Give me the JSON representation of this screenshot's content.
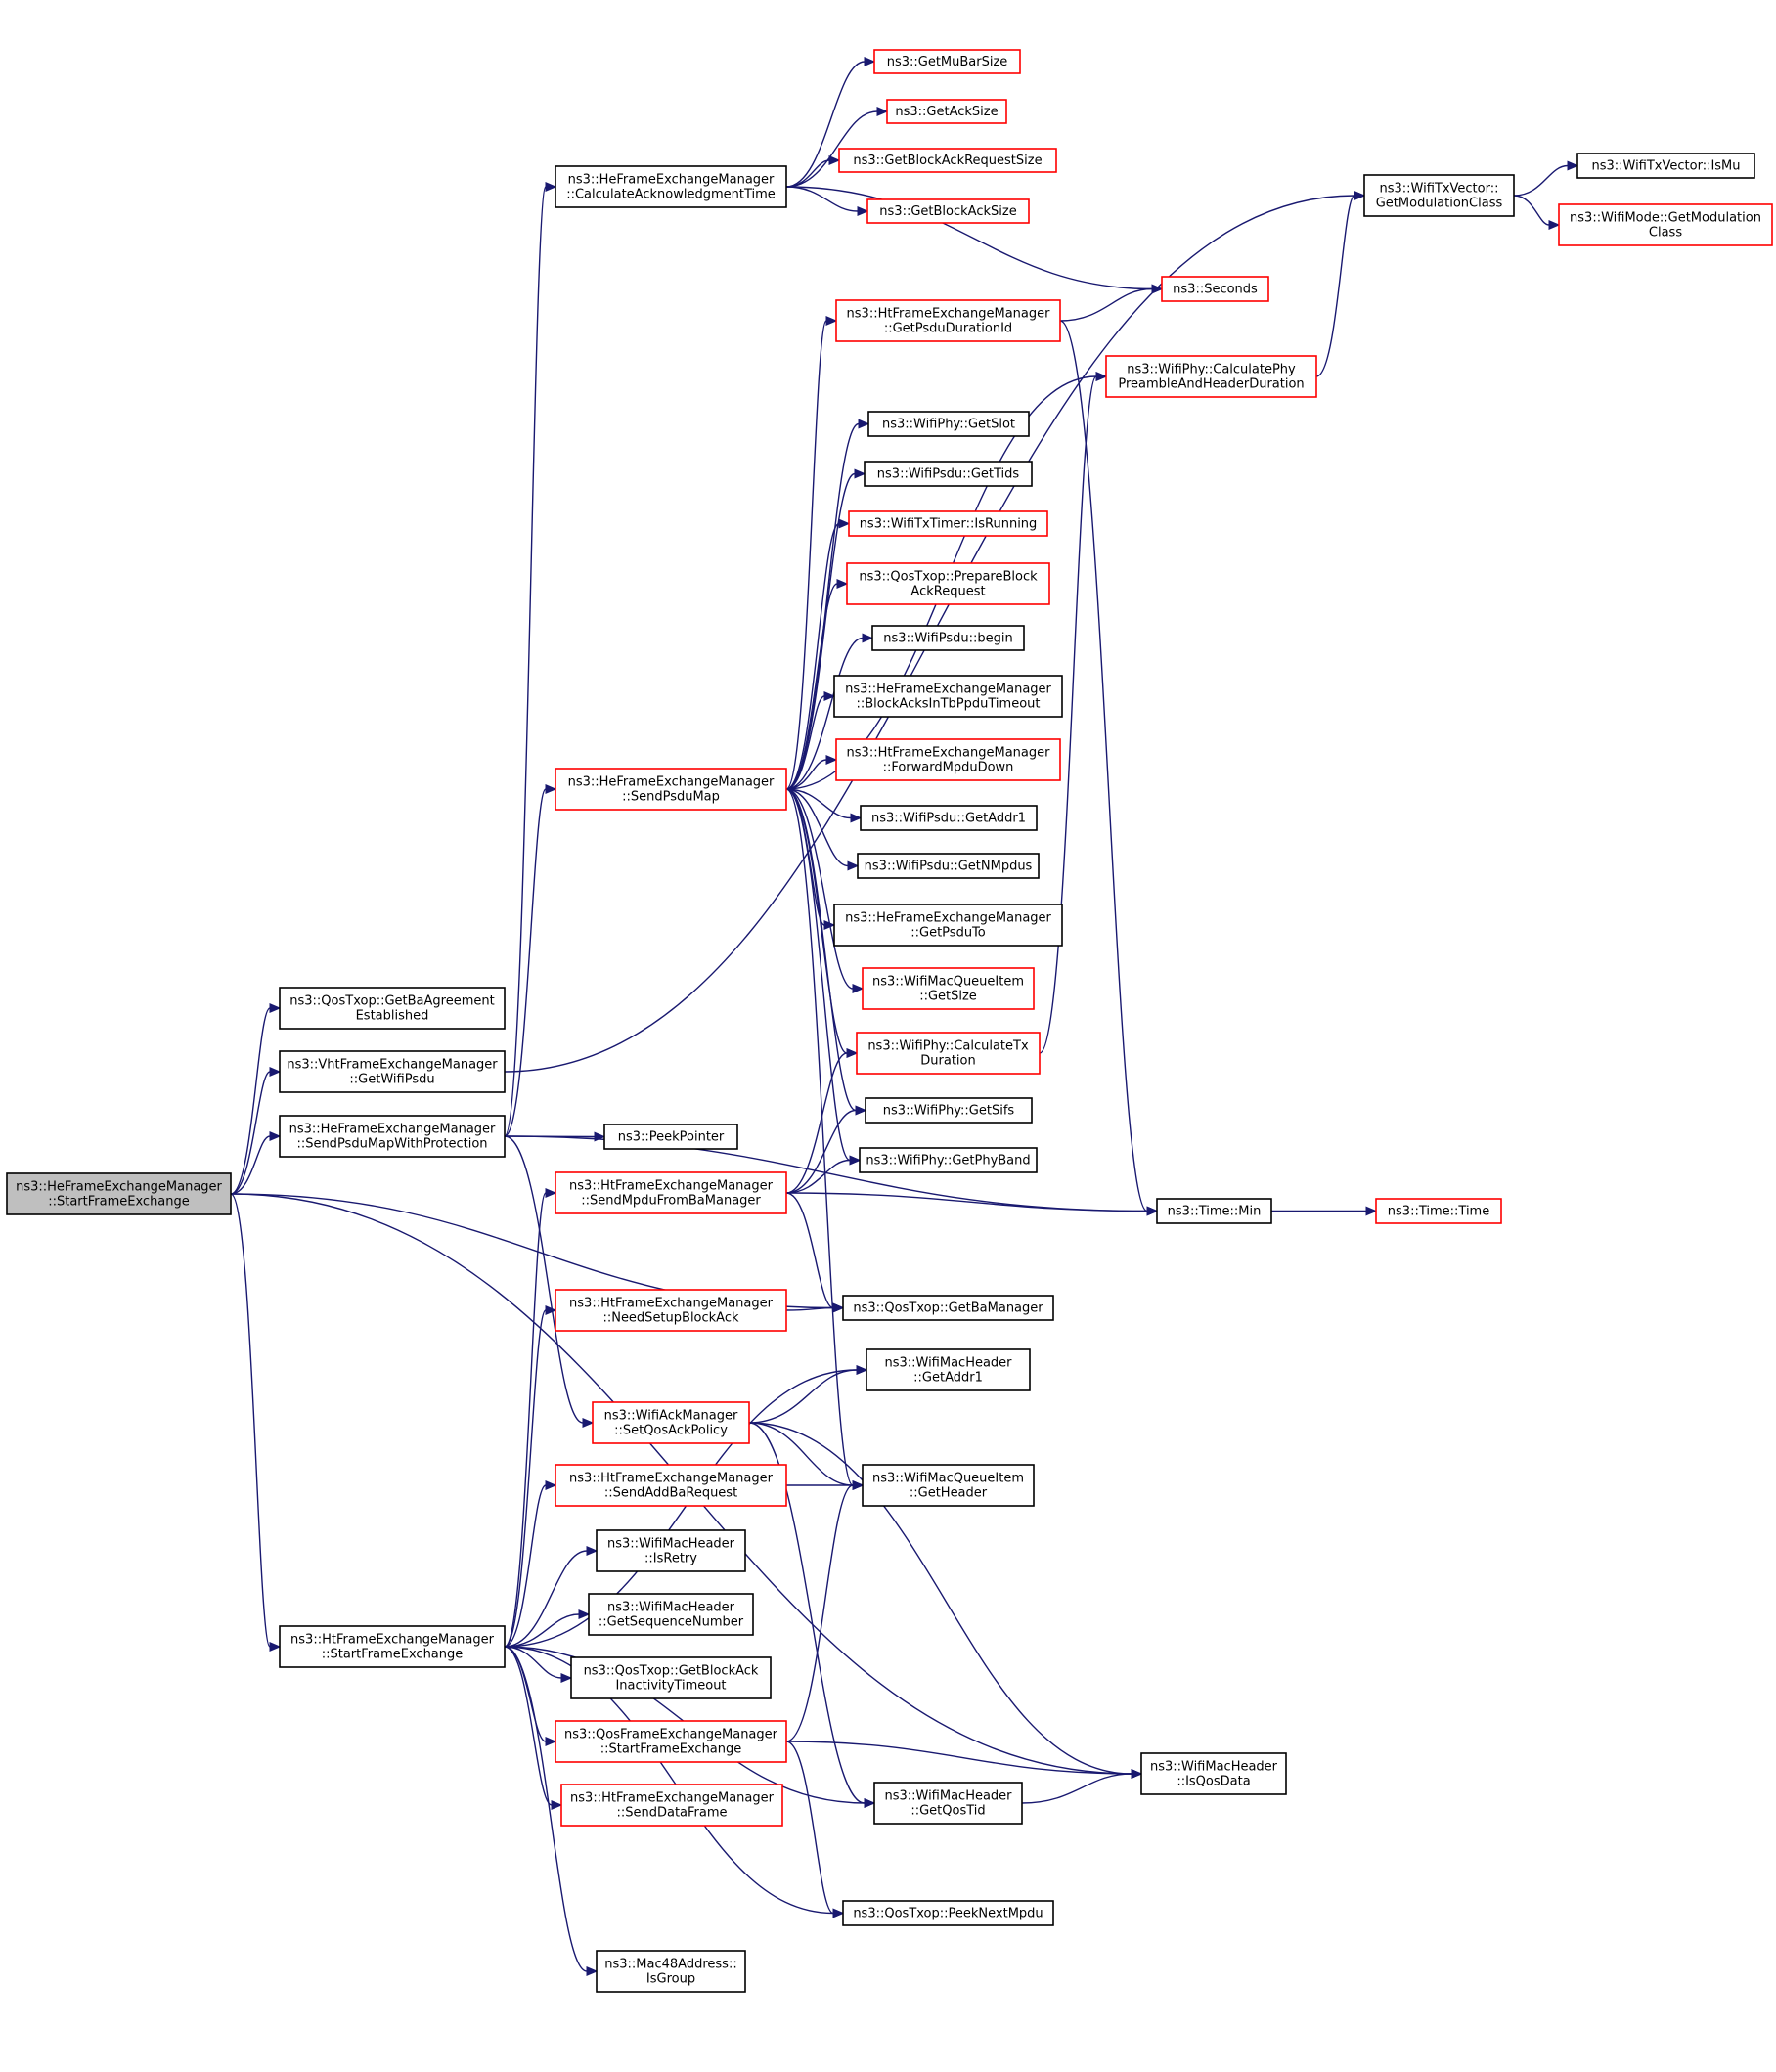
{
  "colors": {
    "edge": "#191970",
    "border_plain": "#000000",
    "border_truncated": "#ff0000",
    "fill_root": "#bfbfbf",
    "fill_node": "#ffffff"
  },
  "nodes": [
    {
      "id": "root",
      "lines": [
        "ns3::HeFrameExchangeManager",
        "::StartFrameExchange"
      ],
      "style": "root"
    },
    {
      "id": "baAgree",
      "lines": [
        "ns3::QosTxop::GetBaAgreement",
        "Established"
      ],
      "style": "plain"
    },
    {
      "id": "vhtWifiPsdu",
      "lines": [
        "ns3::VhtFrameExchangeManager",
        "::GetWifiPsdu"
      ],
      "style": "plain"
    },
    {
      "id": "sendPsduMapProt",
      "lines": [
        "ns3::HeFrameExchangeManager",
        "::SendPsduMapWithProtection"
      ],
      "style": "plain"
    },
    {
      "id": "htStartFrame",
      "lines": [
        "ns3::HtFrameExchangeManager",
        "::StartFrameExchange"
      ],
      "style": "plain"
    },
    {
      "id": "calcAck",
      "lines": [
        "ns3::HeFrameExchangeManager",
        "::CalculateAcknowledgmentTime"
      ],
      "style": "plain"
    },
    {
      "id": "sendPsduMap",
      "lines": [
        "ns3::HeFrameExchangeManager",
        "::SendPsduMap"
      ],
      "style": "red"
    },
    {
      "id": "peekPointer",
      "lines": [
        "ns3::PeekPointer"
      ],
      "style": "plain"
    },
    {
      "id": "sendMpduBa",
      "lines": [
        "ns3::HtFrameExchangeManager",
        "::SendMpduFromBaManager"
      ],
      "style": "red"
    },
    {
      "id": "needSetup",
      "lines": [
        "ns3::HtFrameExchangeManager",
        "::NeedSetupBlockAck"
      ],
      "style": "red"
    },
    {
      "id": "setQosAck",
      "lines": [
        "ns3::WifiAckManager",
        "::SetQosAckPolicy"
      ],
      "style": "red"
    },
    {
      "id": "sendAddBa",
      "lines": [
        "ns3::HtFrameExchangeManager",
        "::SendAddBaRequest"
      ],
      "style": "red"
    },
    {
      "id": "isRetry",
      "lines": [
        "ns3::WifiMacHeader",
        "::IsRetry"
      ],
      "style": "plain"
    },
    {
      "id": "getSeqNum",
      "lines": [
        "ns3::WifiMacHeader",
        "::GetSequenceNumber"
      ],
      "style": "plain"
    },
    {
      "id": "baInact",
      "lines": [
        "ns3::QosTxop::GetBlockAck",
        "InactivityTimeout"
      ],
      "style": "plain"
    },
    {
      "id": "qosStartFrame",
      "lines": [
        "ns3::QosFrameExchangeManager",
        "::StartFrameExchange"
      ],
      "style": "red"
    },
    {
      "id": "sendData",
      "lines": [
        "ns3::HtFrameExchangeManager",
        "::SendDataFrame"
      ],
      "style": "red"
    },
    {
      "id": "isGroup",
      "lines": [
        "ns3::Mac48Address::",
        "IsGroup"
      ],
      "style": "plain"
    },
    {
      "id": "muBar",
      "lines": [
        "ns3::GetMuBarSize"
      ],
      "style": "red"
    },
    {
      "id": "ackSize",
      "lines": [
        "ns3::GetAckSize"
      ],
      "style": "red"
    },
    {
      "id": "barSize",
      "lines": [
        "ns3::GetBlockAckRequestSize"
      ],
      "style": "red"
    },
    {
      "id": "baSize",
      "lines": [
        "ns3::GetBlockAckSize"
      ],
      "style": "red"
    },
    {
      "id": "psduDur",
      "lines": [
        "ns3::HtFrameExchangeManager",
        "::GetPsduDurationId"
      ],
      "style": "red"
    },
    {
      "id": "getSlot",
      "lines": [
        "ns3::WifiPhy::GetSlot"
      ],
      "style": "plain"
    },
    {
      "id": "getTids",
      "lines": [
        "ns3::WifiPsdu::GetTids"
      ],
      "style": "plain"
    },
    {
      "id": "isRunning",
      "lines": [
        "ns3::WifiTxTimer::IsRunning"
      ],
      "style": "red"
    },
    {
      "id": "prepBar",
      "lines": [
        "ns3::QosTxop::PrepareBlock",
        "AckRequest"
      ],
      "style": "red"
    },
    {
      "id": "begin",
      "lines": [
        "ns3::WifiPsdu::begin"
      ],
      "style": "plain"
    },
    {
      "id": "baTbTimeout",
      "lines": [
        "ns3::HeFrameExchangeManager",
        "::BlockAcksInTbPpduTimeout"
      ],
      "style": "plain"
    },
    {
      "id": "fwdMpdu",
      "lines": [
        "ns3::HtFrameExchangeManager",
        "::ForwardMpduDown"
      ],
      "style": "red"
    },
    {
      "id": "psduAddr1",
      "lines": [
        "ns3::WifiPsdu::GetAddr1"
      ],
      "style": "plain"
    },
    {
      "id": "nMpdus",
      "lines": [
        "ns3::WifiPsdu::GetNMpdus"
      ],
      "style": "plain"
    },
    {
      "id": "psduTo",
      "lines": [
        "ns3::HeFrameExchangeManager",
        "::GetPsduTo"
      ],
      "style": "plain"
    },
    {
      "id": "qiSize",
      "lines": [
        "ns3::WifiMacQueueItem",
        "::GetSize"
      ],
      "style": "red"
    },
    {
      "id": "calcTx",
      "lines": [
        "ns3::WifiPhy::CalculateTx",
        "Duration"
      ],
      "style": "red"
    },
    {
      "id": "getSifs",
      "lines": [
        "ns3::WifiPhy::GetSifs"
      ],
      "style": "plain"
    },
    {
      "id": "phyBand",
      "lines": [
        "ns3::WifiPhy::GetPhyBand"
      ],
      "style": "plain"
    },
    {
      "id": "getBaMgr",
      "lines": [
        "ns3::QosTxop::GetBaManager"
      ],
      "style": "plain"
    },
    {
      "id": "hdrAddr1",
      "lines": [
        "ns3::WifiMacHeader",
        "::GetAddr1"
      ],
      "style": "plain"
    },
    {
      "id": "qiHeader",
      "lines": [
        "ns3::WifiMacQueueItem",
        "::GetHeader"
      ],
      "style": "plain"
    },
    {
      "id": "peekNext",
      "lines": [
        "ns3::QosTxop::PeekNextMpdu"
      ],
      "style": "plain"
    },
    {
      "id": "getQosTid",
      "lines": [
        "ns3::WifiMacHeader",
        "::GetQosTid"
      ],
      "style": "plain"
    },
    {
      "id": "seconds",
      "lines": [
        "ns3::Seconds"
      ],
      "style": "red"
    },
    {
      "id": "calcPhyPre",
      "lines": [
        "ns3::WifiPhy::CalculatePhy",
        "PreambleAndHeaderDuration"
      ],
      "style": "red"
    },
    {
      "id": "timeMin",
      "lines": [
        "ns3::Time::Min"
      ],
      "style": "plain"
    },
    {
      "id": "isQosData",
      "lines": [
        "ns3::WifiMacHeader",
        "::IsQosData"
      ],
      "style": "plain"
    },
    {
      "id": "modClass",
      "lines": [
        "ns3::WifiTxVector::",
        "GetModulationClass"
      ],
      "style": "plain"
    },
    {
      "id": "timeTime",
      "lines": [
        "ns3::Time::Time"
      ],
      "style": "red"
    },
    {
      "id": "isMu",
      "lines": [
        "ns3::WifiTxVector::IsMu"
      ],
      "style": "plain"
    },
    {
      "id": "modeModClass",
      "lines": [
        "ns3::WifiMode::GetModulation",
        "Class"
      ],
      "style": "red"
    }
  ],
  "edges": [
    [
      "root",
      "baAgree"
    ],
    [
      "root",
      "vhtWifiPsdu"
    ],
    [
      "root",
      "sendPsduMapProt"
    ],
    [
      "root",
      "htStartFrame"
    ],
    [
      "root",
      "getBaMgr"
    ],
    [
      "root",
      "isQosData"
    ],
    [
      "vhtWifiPsdu",
      "modClass"
    ],
    [
      "sendPsduMapProt",
      "calcAck"
    ],
    [
      "sendPsduMapProt",
      "sendPsduMap"
    ],
    [
      "sendPsduMapProt",
      "peekPointer"
    ],
    [
      "sendPsduMapProt",
      "setQosAck"
    ],
    [
      "sendPsduMapProt",
      "timeMin"
    ],
    [
      "calcAck",
      "muBar"
    ],
    [
      "calcAck",
      "ackSize"
    ],
    [
      "calcAck",
      "barSize"
    ],
    [
      "calcAck",
      "baSize"
    ],
    [
      "calcAck",
      "seconds"
    ],
    [
      "sendPsduMap",
      "psduDur"
    ],
    [
      "sendPsduMap",
      "calcPhyPre"
    ],
    [
      "sendPsduMap",
      "getSlot"
    ],
    [
      "sendPsduMap",
      "getTids"
    ],
    [
      "sendPsduMap",
      "isRunning"
    ],
    [
      "sendPsduMap",
      "prepBar"
    ],
    [
      "sendPsduMap",
      "begin"
    ],
    [
      "sendPsduMap",
      "baTbTimeout"
    ],
    [
      "sendPsduMap",
      "fwdMpdu"
    ],
    [
      "sendPsduMap",
      "psduAddr1"
    ],
    [
      "sendPsduMap",
      "nMpdus"
    ],
    [
      "sendPsduMap",
      "psduTo"
    ],
    [
      "sendPsduMap",
      "qiSize"
    ],
    [
      "sendPsduMap",
      "calcTx"
    ],
    [
      "sendPsduMap",
      "getSifs"
    ],
    [
      "sendPsduMap",
      "phyBand"
    ],
    [
      "sendPsduMap",
      "qiHeader"
    ],
    [
      "psduDur",
      "seconds"
    ],
    [
      "psduDur",
      "timeMin"
    ],
    [
      "calcTx",
      "calcPhyPre"
    ],
    [
      "calcPhyPre",
      "modClass"
    ],
    [
      "modClass",
      "isMu"
    ],
    [
      "modClass",
      "modeModClass"
    ],
    [
      "timeMin",
      "timeTime"
    ],
    [
      "sendMpduBa",
      "calcTx"
    ],
    [
      "sendMpduBa",
      "getSifs"
    ],
    [
      "sendMpduBa",
      "phyBand"
    ],
    [
      "sendMpduBa",
      "timeMin"
    ],
    [
      "sendMpduBa",
      "getBaMgr"
    ],
    [
      "needSetup",
      "getBaMgr"
    ],
    [
      "setQosAck",
      "hdrAddr1"
    ],
    [
      "setQosAck",
      "qiHeader"
    ],
    [
      "setQosAck",
      "isQosData"
    ],
    [
      "setQosAck",
      "getQosTid"
    ],
    [
      "sendAddBa",
      "qiHeader"
    ],
    [
      "htStartFrame",
      "sendMpduBa"
    ],
    [
      "htStartFrame",
      "needSetup"
    ],
    [
      "htStartFrame",
      "hdrAddr1"
    ],
    [
      "htStartFrame",
      "sendAddBa"
    ],
    [
      "htStartFrame",
      "isRetry"
    ],
    [
      "htStartFrame",
      "getSeqNum"
    ],
    [
      "htStartFrame",
      "baInact"
    ],
    [
      "htStartFrame",
      "qosStartFrame"
    ],
    [
      "htStartFrame",
      "sendData"
    ],
    [
      "htStartFrame",
      "getQosTid"
    ],
    [
      "htStartFrame",
      "peekNext"
    ],
    [
      "htStartFrame",
      "isGroup"
    ],
    [
      "qosStartFrame",
      "qiHeader"
    ],
    [
      "qosStartFrame",
      "isQosData"
    ],
    [
      "qosStartFrame",
      "peekNext"
    ],
    [
      "getQosTid",
      "isQosData"
    ]
  ]
}
